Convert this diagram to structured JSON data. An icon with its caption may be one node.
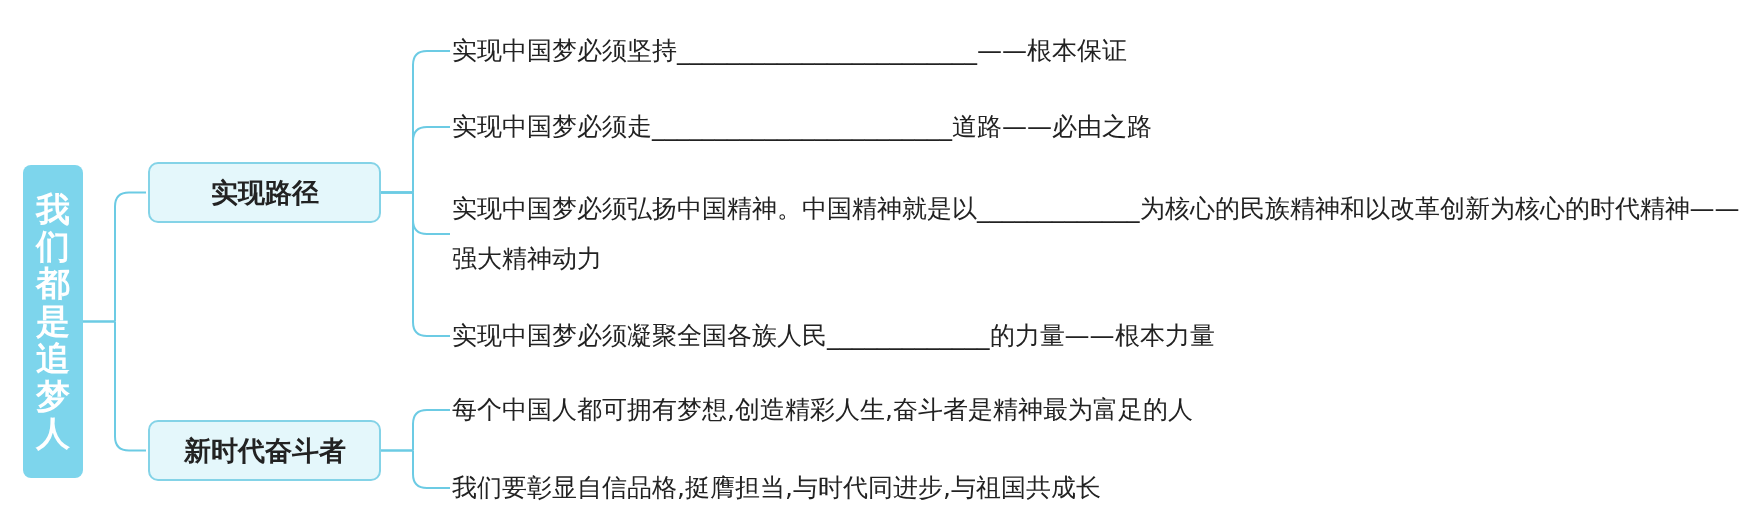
{
  "diagram": {
    "nodes": [
      {
        "text": [
          "我们都是追梦人"
        ]
      },
      {
        "text": [
          "实现路径"
        ]
      },
      {
        "text": [
          "新时代奋斗者"
        ]
      },
      {
        "text": [
          "实现中国梦必须坚持________________________——根本保证"
        ]
      },
      {
        "text": [
          "实现中国梦必须走________________________道路——必由之路"
        ]
      },
      {
        "text": [
          "实现中国梦必须弘扬中国精神。中国精神就是以_____________为核心的民族精神和以改革创新为核心的时代精神——强大精神动力"
        ]
      },
      {
        "text": [
          "实现中国梦必须凝聚全国各族人民_____________的力量——根本力量"
        ]
      },
      {
        "text": [
          "每个中国人都可拥有梦想,创造精彩人生,奋斗者是精神最为富足的人"
        ]
      },
      {
        "text": [
          "我们要彰显自信品格,挺膺担当,与时代同进步,与祖国共成长"
        ]
      }
    ],
    "edges": [
      {
        "from": 0,
        "to": 1,
        "arrow": "none"
      },
      {
        "from": 0,
        "to": 2,
        "arrow": "none"
      },
      {
        "from": 1,
        "to": 3,
        "arrow": "none"
      },
      {
        "from": 1,
        "to": 4,
        "arrow": "none"
      },
      {
        "from": 1,
        "to": 5,
        "arrow": "none"
      },
      {
        "from": 1,
        "to": 6,
        "arrow": "none"
      },
      {
        "from": 2,
        "to": 7,
        "arrow": "none"
      },
      {
        "from": 2,
        "to": 8,
        "arrow": "none"
      }
    ]
  }
}
